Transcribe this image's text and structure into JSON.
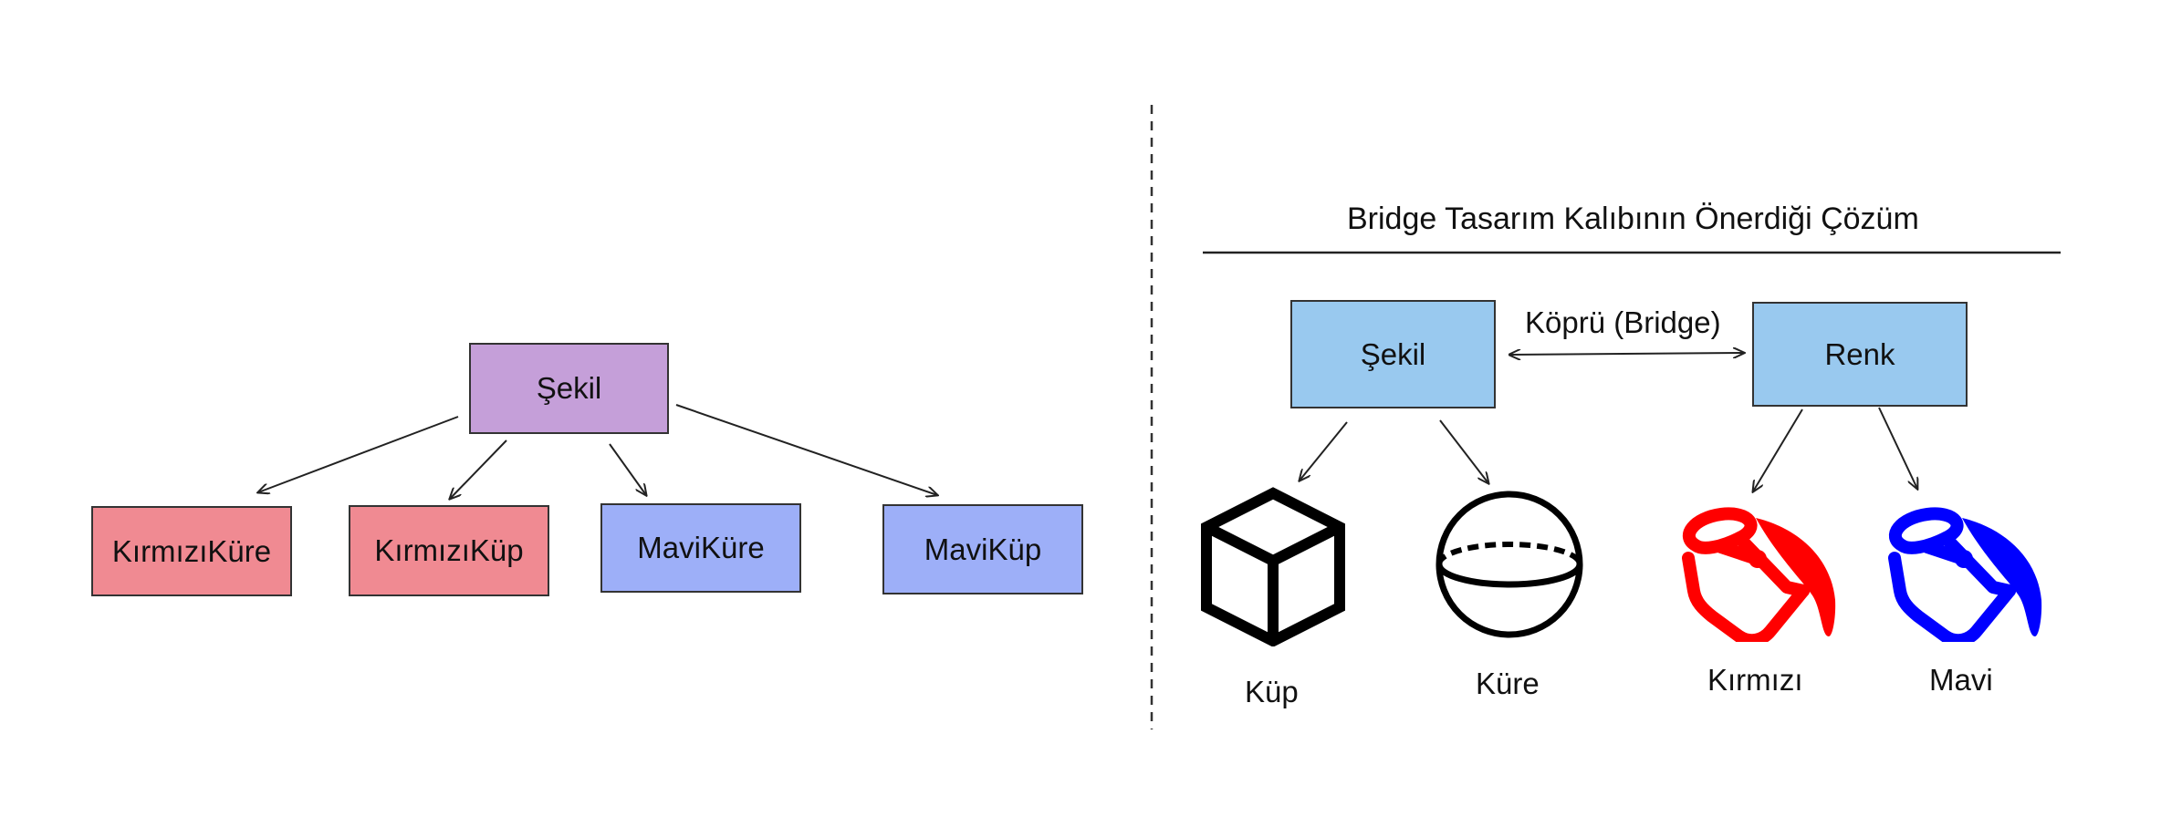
{
  "left": {
    "root": "Şekil",
    "children": [
      "KırmızıKüre",
      "KırmızıKüp",
      "MaviKüre",
      "MaviKüp"
    ]
  },
  "right": {
    "title": "Bridge Tasarım Kalıbının Önerdiği Çözüm",
    "shape": "Şekil",
    "color": "Renk",
    "bridge": "Köprü (Bridge)",
    "shapes": [
      "Küp",
      "Küre"
    ],
    "colors": [
      "Kırmızı",
      "Mavi"
    ]
  },
  "colors": {
    "purple": "#c59fd9",
    "red_box": "#f08a92",
    "blue_box": "#9daff8",
    "light_blue": "#99c9ef",
    "icon_red": "#ff0000",
    "icon_blue": "#0000ff"
  },
  "icons": [
    "cube-icon",
    "sphere-icon",
    "paint-bucket-icon"
  ]
}
